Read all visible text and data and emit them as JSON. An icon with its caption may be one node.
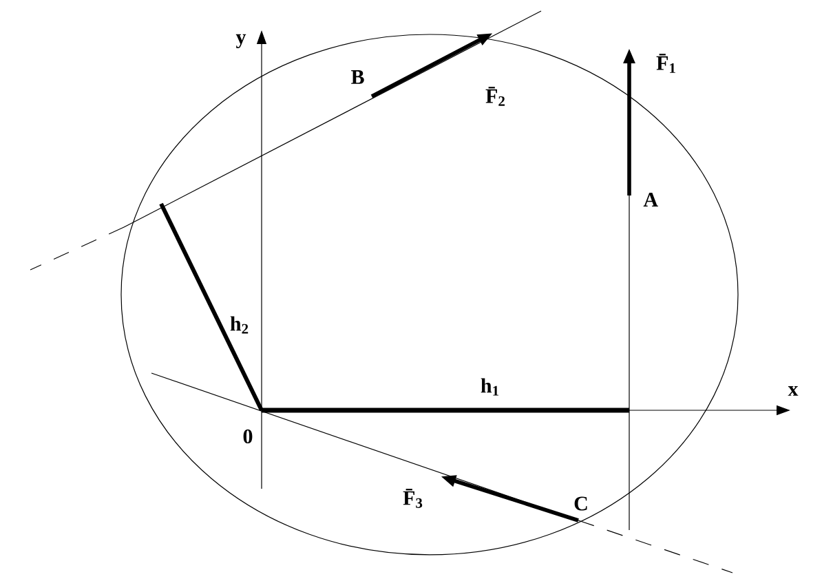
{
  "diagram": {
    "nodes": [
      {
        "text": [
          "A"
        ]
      },
      {
        "text": [
          "B"
        ]
      },
      {
        "text": [
          "C"
        ]
      }
    ],
    "edges": [
      {
        "from": 0,
        "to": null,
        "arrow": "to",
        "label": "F̄$_{1}$"
      },
      {
        "from": 1,
        "to": null,
        "arrow": "to",
        "label": "F̄$_{2}$"
      },
      {
        "from": 2,
        "to": null,
        "arrow": "to",
        "label": "F̄$_{3}$"
      }
    ],
    "labels": [
      "y",
      "h$_{2}$",
      "h$_{1}$",
      "x",
      "0"
    ]
  }
}
